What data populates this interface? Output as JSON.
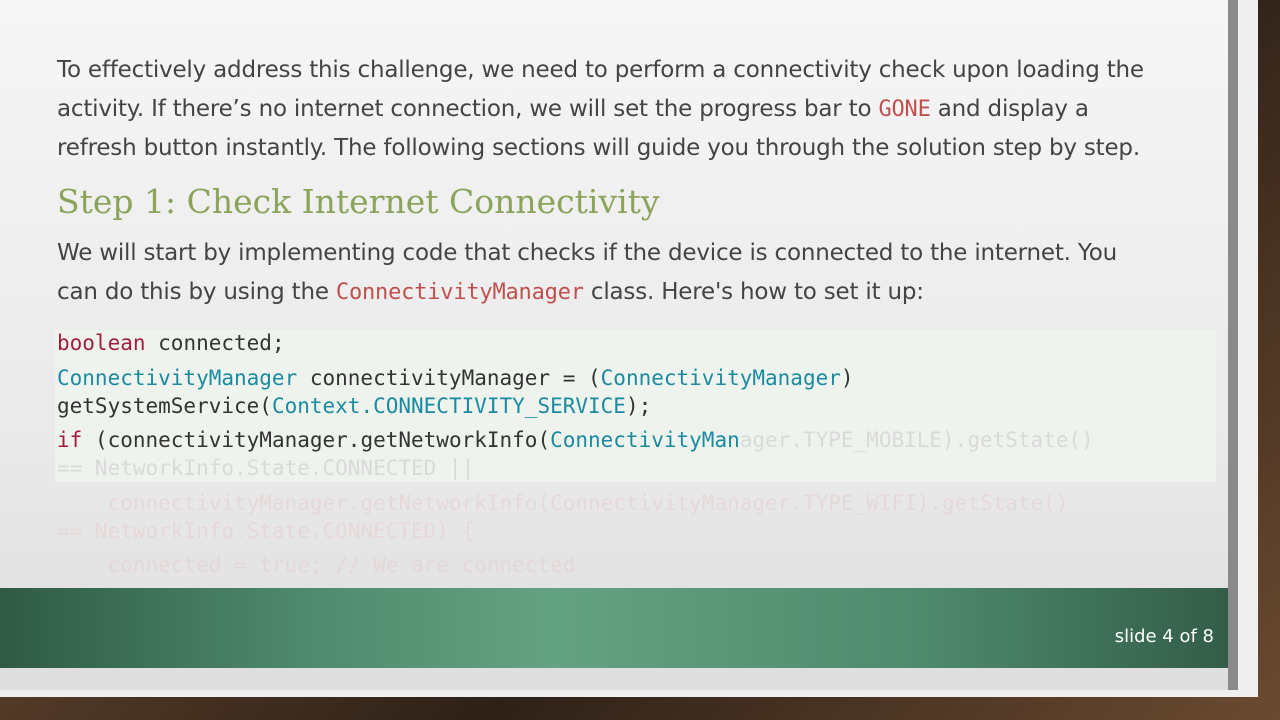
{
  "intro": {
    "line1": "To effectively address this challenge, we need to perform a connectivity check upon loading the",
    "line2_pre": "activity. If there’s no internet connection, we will set the progress bar to ",
    "line2_code": "GONE",
    "line2_post": " and display a",
    "line3": "refresh button instantly. The following sections will guide you through the solution step by step."
  },
  "heading": "Step 1: Check Internet Connectivity",
  "para": {
    "line1": "We will start by implementing code that checks if the device is connected to the internet. You",
    "line2_pre": "can do this by using the ",
    "line2_code": "ConnectivityManager",
    "line2_post": " class. Here's how to set it up:"
  },
  "code": {
    "l1_kw": "boolean",
    "l1_rest": " connected;",
    "l2_t1": "ConnectivityManager",
    "l2_mid": " connectivityManager = (",
    "l2_t2": "ConnectivityManager",
    "l2_end": ")",
    "l3_pre": "getSystemService(",
    "l3_t": "Context.CONNECTIVITY_SERVICE",
    "l3_end": ");",
    "l4_kw": "if",
    "l4_mid": " (connectivityManager.getNetworkInfo(",
    "l4_t": "ConnectivityMan",
    "l4_faded": "ager.TYPE_MOBILE).getState()",
    "l5": "== NetworkInfo.State.CONNECTED ||",
    "l6": "    connectivityManager.getNetworkInfo(ConnectivityManager.TYPE_WIFI).getState()",
    "l7": "== NetworkInfo.State.CONNECTED) {",
    "l8": "    connected = true; // We are connected"
  },
  "footer": {
    "slide_number": "slide 4 of 8"
  }
}
